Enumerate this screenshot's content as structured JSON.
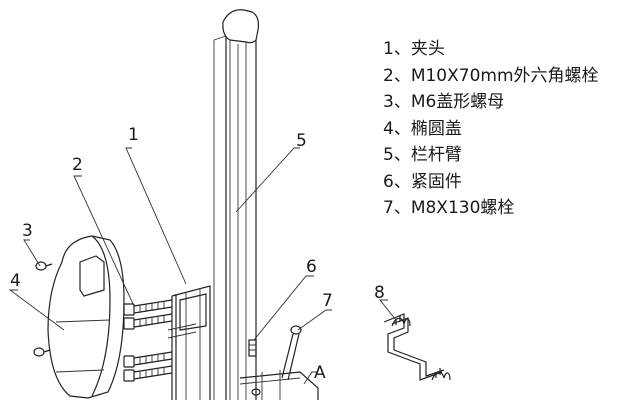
{
  "callouts": {
    "c1": "1",
    "c2": "2",
    "c3": "3",
    "c4": "4",
    "c5": "5",
    "c6": "6",
    "c7": "7",
    "c8": "8",
    "cA": "A"
  },
  "legend": [
    "1、夹头",
    "2、M10X70mm外六角螺栓",
    "3、M6盖形螺母",
    "4、椭圆盖",
    "5、栏杆臂",
    "6、紧固件",
    "7、M8X130螺栓"
  ]
}
